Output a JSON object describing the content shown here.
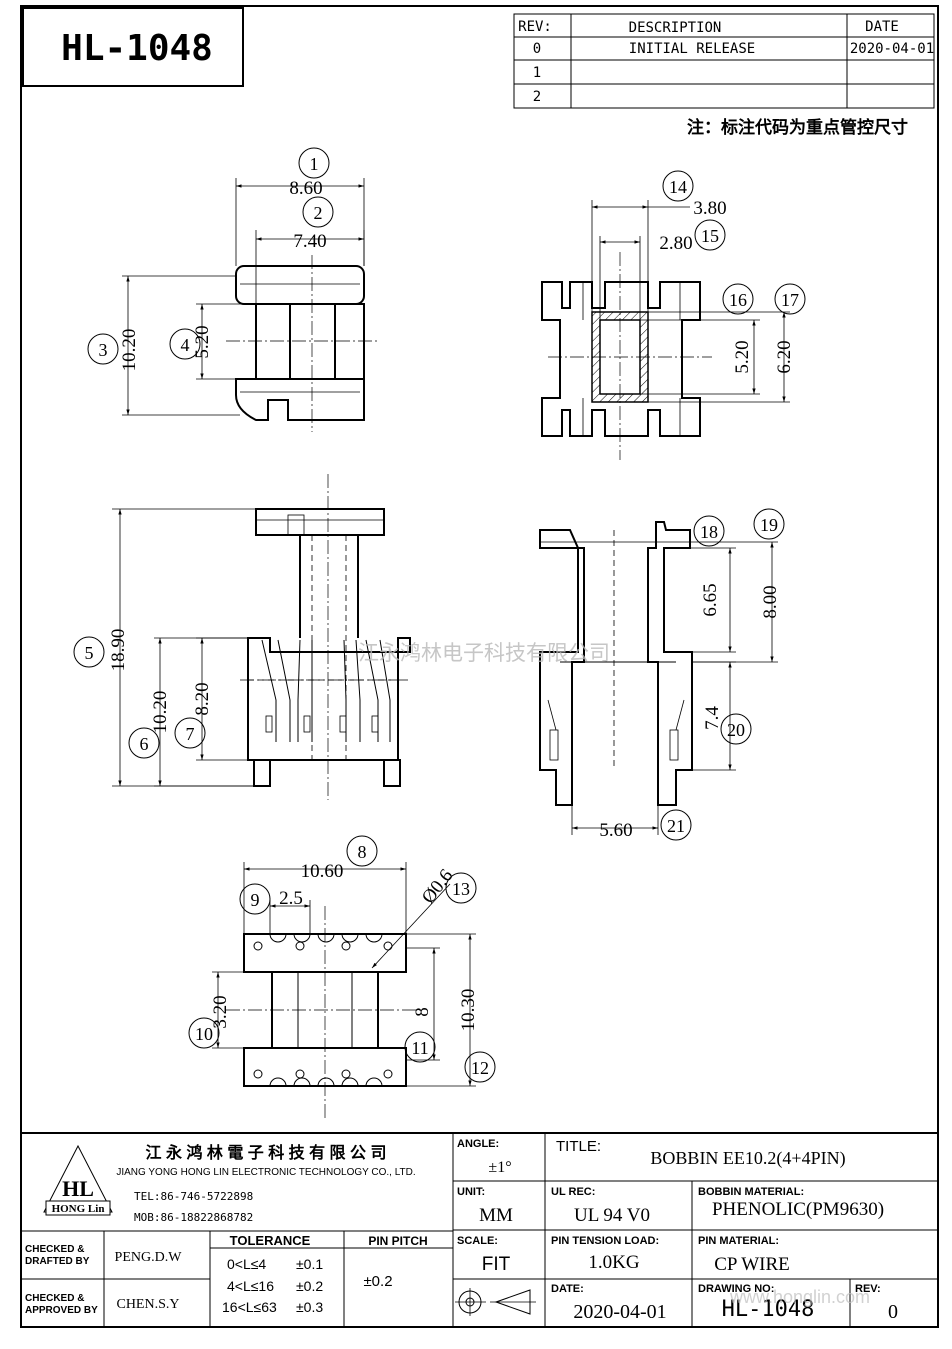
{
  "part_number_box": "HL-1048",
  "revision_table": {
    "headers": {
      "rev": "REV:",
      "description": "DESCRIPTION",
      "date": "DATE"
    },
    "rows": [
      {
        "rev": "0",
        "description": "INITIAL RELEASE",
        "date": "2020-04-01"
      },
      {
        "rev": "1",
        "description": "",
        "date": ""
      },
      {
        "rev": "2",
        "description": "",
        "date": ""
      }
    ]
  },
  "note": "注：标注代码为重点管控尺寸",
  "watermark": "江永鸿林电子科技有限公司",
  "dimensions": {
    "d1": "8.60",
    "d2": "7.40",
    "d3": "10.20",
    "d4": "5.20",
    "d5": "18.90",
    "d6": "10.20",
    "d7": "8.20",
    "d8": "10.60",
    "d9": "2.5",
    "d10": "3.20",
    "d11": "8",
    "d12": "10.30",
    "d13": "Ø0.6",
    "d14": "3.80",
    "d15": "2.80",
    "d16": "5.20",
    "d17": "6.20",
    "d18": "6.65",
    "d19": "8.00",
    "d20": "7.4",
    "d21": "5.60"
  },
  "balloons": [
    "1",
    "2",
    "3",
    "4",
    "5",
    "6",
    "7",
    "8",
    "9",
    "10",
    "11",
    "12",
    "13",
    "14",
    "15",
    "16",
    "17",
    "18",
    "19",
    "20",
    "21"
  ],
  "title_block": {
    "company_cn": "江 永 鸿 林 電 子 科 技 有 限 公 司",
    "company_en": "JIANG YONG HONG LIN ELECTRONIC TECHNOLOGY CO., LTD.",
    "logo_text": "HL",
    "logo_sub": "HONG Lin",
    "tel": "TEL:86-746-5722898",
    "mob": "MOB:86-18822868782",
    "angle_label": "ANGLE:",
    "angle_value": "±1°",
    "title_label": "TITLE:",
    "title_value": "BOBBIN  EE10.2(4+4PIN)",
    "unit_label": "UNIT:",
    "unit_value": "MM",
    "ul_label": "UL REC:",
    "ul_value": "UL 94 V0",
    "bobbin_mat_label": "BOBBIN MATERIAL:",
    "bobbin_mat_value": "PHENOLIC(PM9630)",
    "checked_drafted_label_1": "CHECKED &",
    "checked_drafted_label_2": "DRAFTED BY",
    "checked_drafted_value": "PENG.D.W",
    "checked_approved_label_1": "CHECKED &",
    "checked_approved_label_2": "APPROVED BY",
    "checked_approved_value": "CHEN.S.Y",
    "tolerance_label": "TOLERANCE",
    "tolerance_rows": [
      {
        "range": "0<L≤4",
        "tol": "±0.1"
      },
      {
        "range": "4<L≤16",
        "tol": "±0.2"
      },
      {
        "range": "16<L≤63",
        "tol": "±0.3"
      }
    ],
    "pin_pitch_label": "PIN PITCH",
    "pin_pitch_value": "±0.2",
    "scale_label": "SCALE:",
    "scale_value": "FIT",
    "pin_tension_label": "PIN TENSION LOAD:",
    "pin_tension_value": "1.0KG",
    "pin_material_label": "PIN MATERIAL:",
    "pin_material_value": "CP WIRE",
    "date_label": "DATE:",
    "date_value": "2020-04-01",
    "drawing_no_label": "DRAWING NO:",
    "drawing_no_value": "HL-1048",
    "rev_label": "REV:",
    "rev_value": "0",
    "website_watermark": "www.honglin.com"
  }
}
